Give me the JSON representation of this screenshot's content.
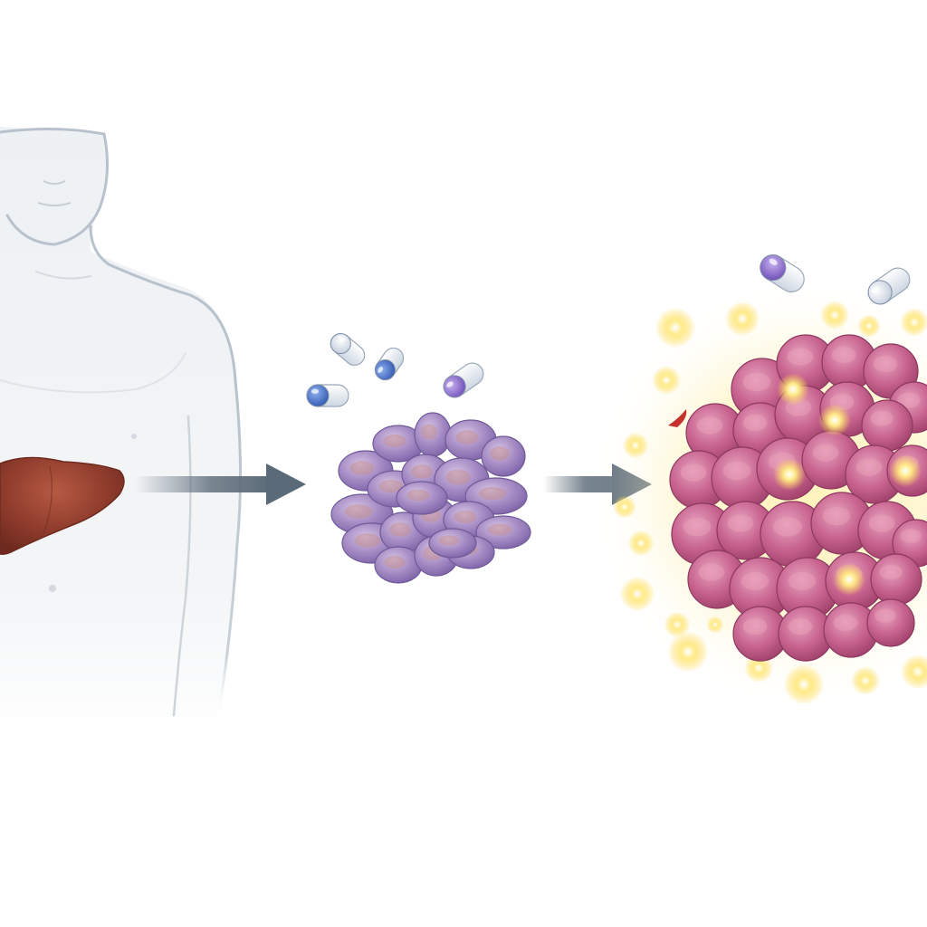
{
  "diagram": {
    "stages": [
      {
        "id": "human-body-with-liver",
        "liver_color": "#8e3b2c"
      },
      {
        "id": "small-cell-cluster",
        "cell_color": "#a98fc6"
      },
      {
        "id": "large-glowing-tumor",
        "cell_color": "#c8648f",
        "glow_color": "#ffe680"
      }
    ],
    "arrows": [
      {
        "from": "human-body-with-liver",
        "to": "small-cell-cluster"
      },
      {
        "from": "small-cell-cluster",
        "to": "large-glowing-tumor"
      }
    ],
    "capsules": {
      "count": 6,
      "colors": [
        "#3e6cc9",
        "#8f6bd1",
        "#e8eef6"
      ]
    },
    "colors": {
      "arrow": "#5b6a78",
      "body_outline": "#b8c2cc",
      "background": "#ffffff"
    }
  }
}
